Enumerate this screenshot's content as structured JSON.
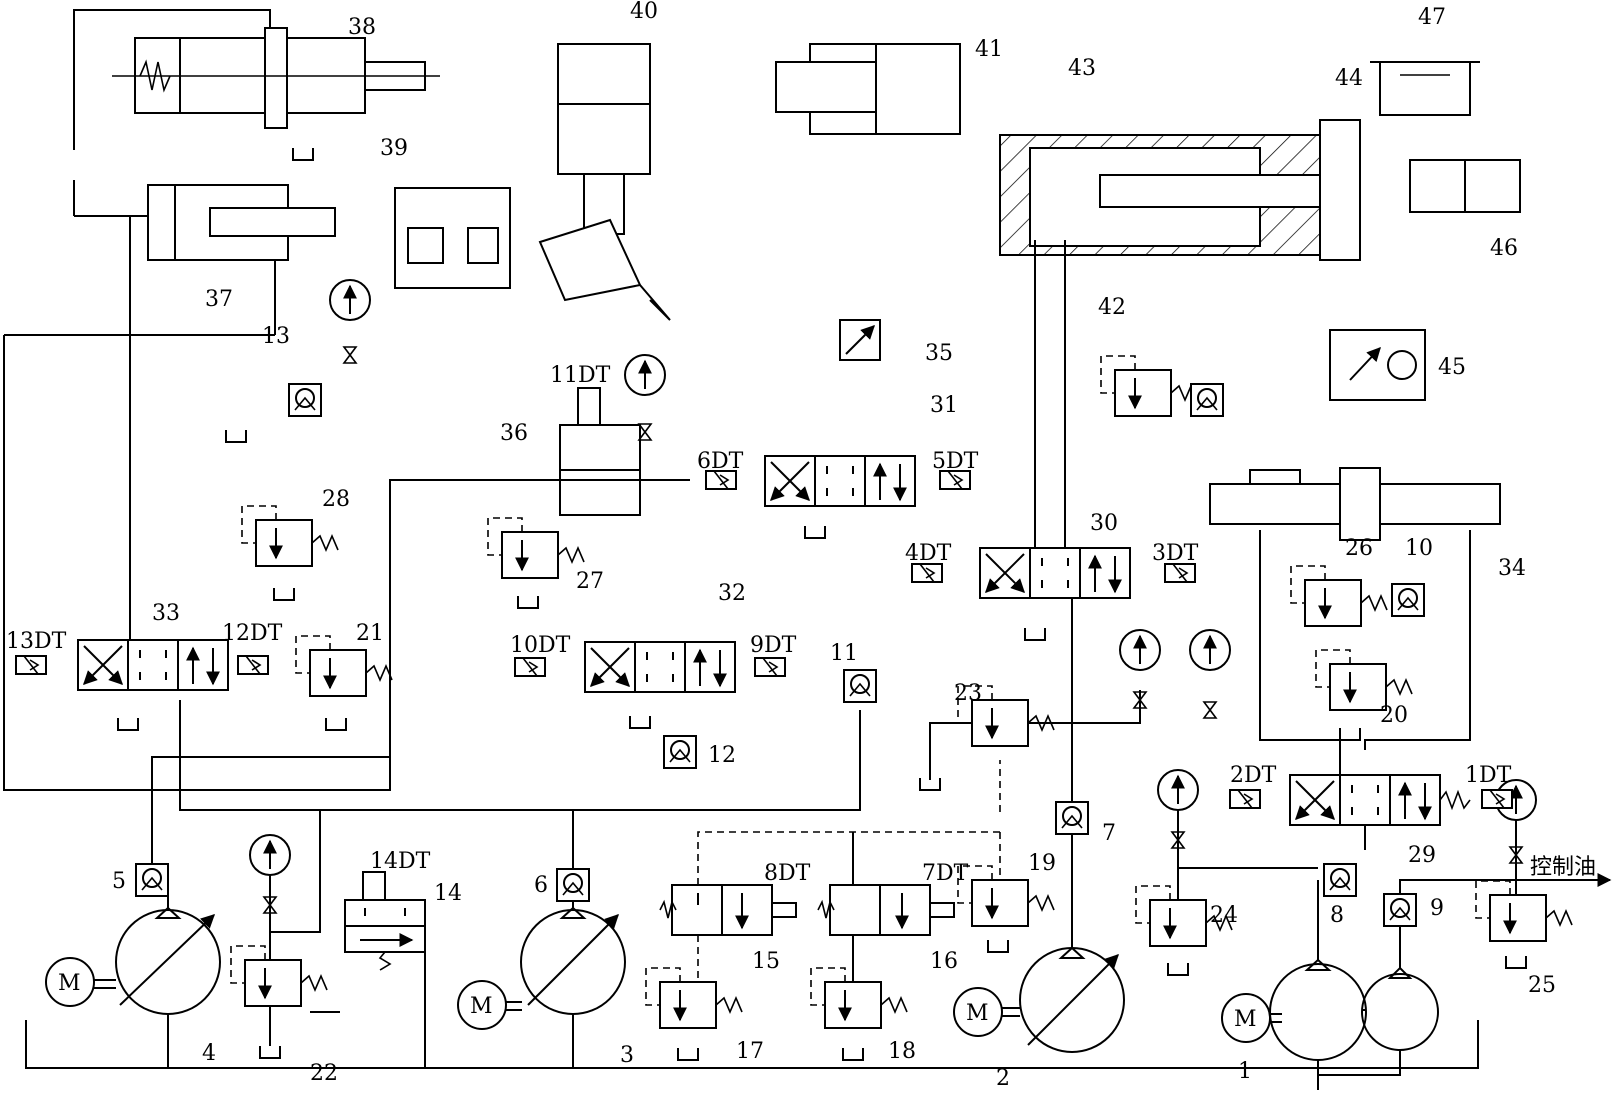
{
  "labels": {
    "l1": "1",
    "l2": "2",
    "l3": "3",
    "l4": "4",
    "l5": "5",
    "l6": "6",
    "l7": "7",
    "l8": "8",
    "l9": "9",
    "l10": "10",
    "l11": "11",
    "l12": "12",
    "l13": "13",
    "l14": "14",
    "l15": "15",
    "l16": "16",
    "l17": "17",
    "l18": "18",
    "l19": "19",
    "l20": "20",
    "l21": "21",
    "l22": "22",
    "l23": "23",
    "l24": "24",
    "l25": "25",
    "l26": "26",
    "l27": "27",
    "l28": "28",
    "l29": "29",
    "l30": "30",
    "l31": "31",
    "l32": "32",
    "l33": "33",
    "l34": "34",
    "l35": "35",
    "l36": "36",
    "l37": "37",
    "l38": "38",
    "l39": "39",
    "l40": "40",
    "l41": "41",
    "l42": "42",
    "l43": "43",
    "l44": "44",
    "l45": "45",
    "l46": "46",
    "l47": "47"
  },
  "solenoids": {
    "dt1": "1DT",
    "dt2": "2DT",
    "dt3": "3DT",
    "dt4": "4DT",
    "dt5": "5DT",
    "dt6": "6DT",
    "dt7": "7DT",
    "dt8": "8DT",
    "dt9": "9DT",
    "dt10": "10DT",
    "dt11": "11DT",
    "dt12": "12DT",
    "dt13": "13DT",
    "dt14": "14DT"
  },
  "motor_symbol": "M",
  "control_oil": "控制油"
}
